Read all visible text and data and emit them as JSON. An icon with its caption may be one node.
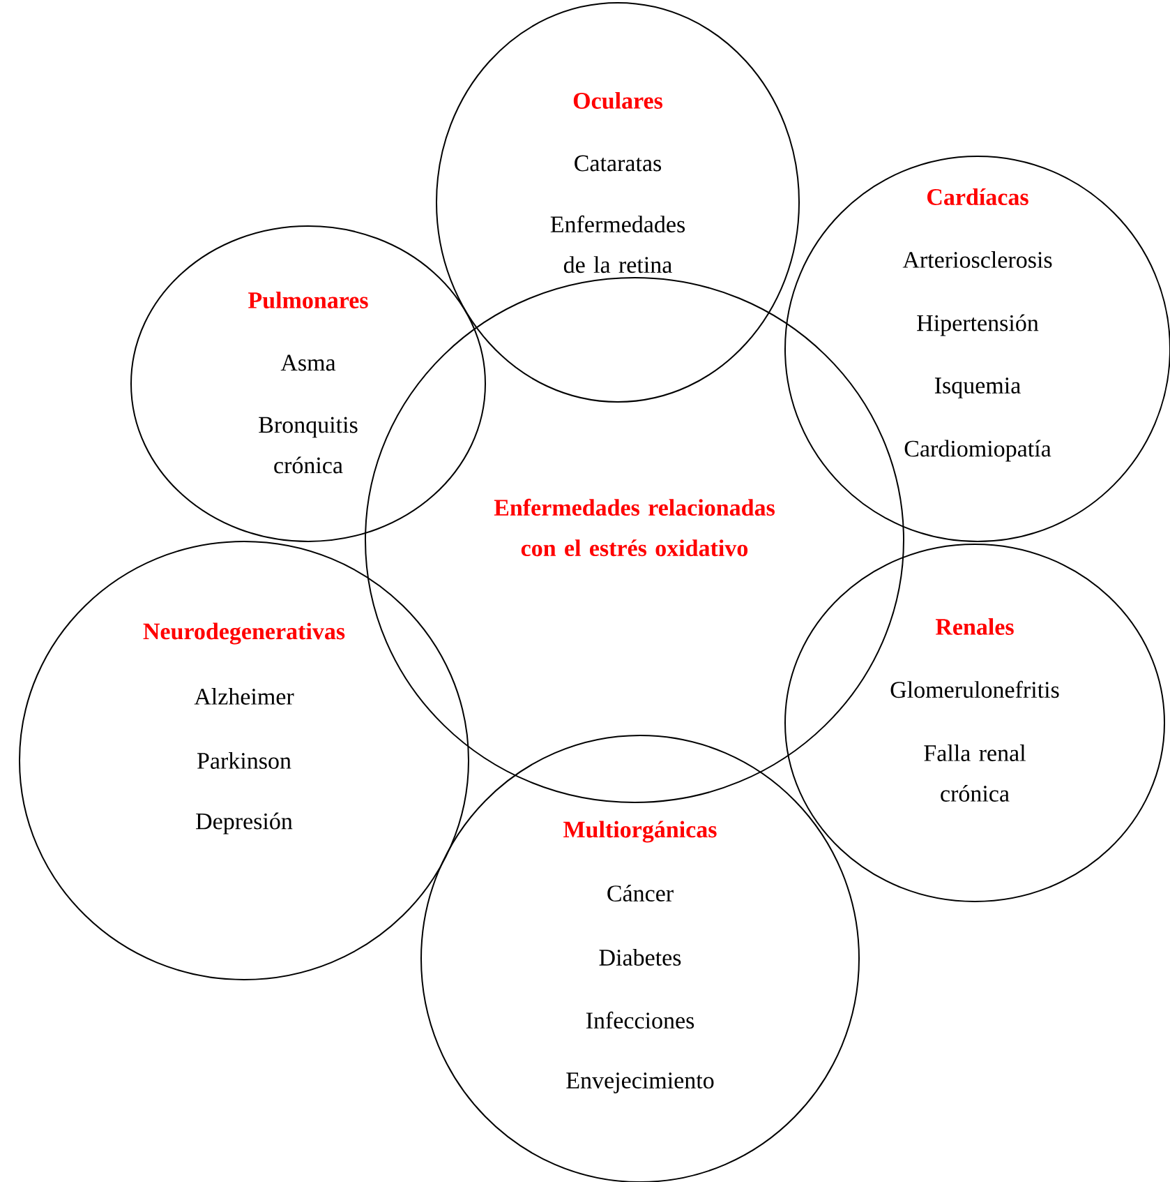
{
  "diagram": {
    "nodes": [
      {
        "text": [
          "Enfermedades relacionadas con el estrés oxidativo"
        ]
      },
      {
        "text": [
          "Oculares",
          "Cataratas",
          "Enfermedades de la retina"
        ]
      },
      {
        "text": [
          "Cardíacas",
          "Arteriosclerosis",
          "Hipertensión",
          "Isquemia",
          "Cardiomiopatía"
        ]
      },
      {
        "text": [
          "Pulmonares",
          "Asma",
          "Bronquitis crónica"
        ]
      },
      {
        "text": [
          "Neurodegenerativas",
          "Alzheimer",
          "Parkinson",
          "Depresión"
        ]
      },
      {
        "text": [
          "Renales",
          "Glomerulonefritis",
          "Falla renal crónica"
        ]
      },
      {
        "text": [
          "Multiorgánicas",
          "Cáncer",
          "Diabetes",
          "Infecciones",
          "Envejecimiento"
        ]
      }
    ]
  }
}
